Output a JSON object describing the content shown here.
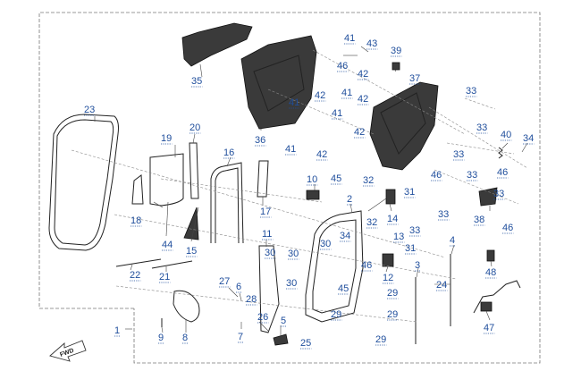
{
  "title": "",
  "colors": {
    "callout": "#1f4e9c",
    "line": "#222222",
    "frame": "#777777"
  },
  "direction_arrow": {
    "text": "FWD",
    "icon": "forward-arrow-icon"
  },
  "callouts": [
    "1",
    "2",
    "3",
    "4",
    "5",
    "6",
    "7",
    "8",
    "9",
    "10",
    "11",
    "12",
    "13",
    "14",
    "15",
    "16",
    "17",
    "18",
    "19",
    "20",
    "21",
    "22",
    "23",
    "24",
    "25",
    "26",
    "27",
    "28",
    "29",
    "30",
    "31",
    "32",
    "33",
    "34",
    "35",
    "36",
    "37",
    "38",
    "39",
    "40",
    "41",
    "42",
    "43",
    "44",
    "45",
    "46",
    "47",
    "48"
  ],
  "extra_callouts": [
    "29",
    "29",
    "29",
    "30",
    "30",
    "30",
    "31",
    "32",
    "33",
    "33",
    "33",
    "33",
    "33",
    "33",
    "34",
    "41",
    "41",
    "41",
    "41",
    "42",
    "42",
    "42",
    "42",
    "45",
    "46",
    "46",
    "46",
    "46"
  ]
}
